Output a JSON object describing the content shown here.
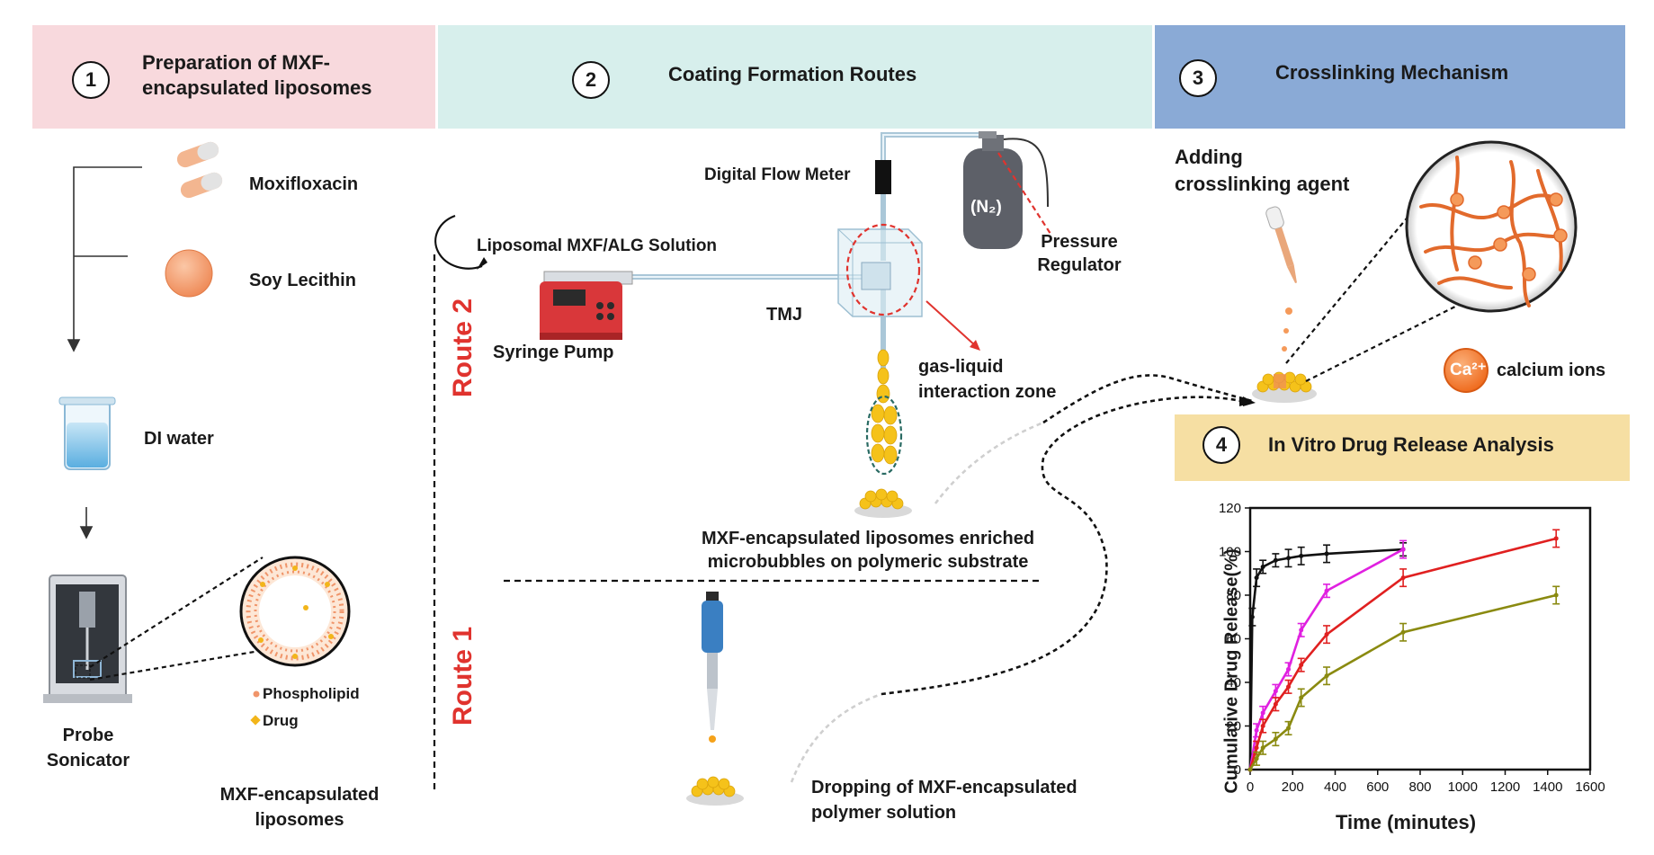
{
  "sections": {
    "s1": {
      "num": "1",
      "title": "Preparation of MXF-\nencapsulated liposomes"
    },
    "s2": {
      "num": "2",
      "title": "Coating Formation Routes"
    },
    "s3": {
      "num": "3",
      "title": "Crosslinking Mechanism"
    },
    "s4": {
      "num": "4",
      "title": "In Vitro Drug Release Analysis"
    }
  },
  "colors": {
    "s1_bg": "#f8d9dd",
    "s2_bg": "#d7efec",
    "s3_bg": "#8aaad6",
    "s4_bg": "#f6dfa3",
    "route": "#e0332e"
  },
  "prep": {
    "moxifloxacin": "Moxifloxacin",
    "soy_lecithin": "Soy Lecithin",
    "di_water": "DI water",
    "probe_sonicator": "Probe\nSonicator",
    "phospholipid": "Phospholipid",
    "drug": "Drug",
    "liposomes": "MXF-encapsulated\nliposomes"
  },
  "coating": {
    "digital_flow_meter": "Digital Flow Meter",
    "n2": "(N₂)",
    "pressure_regulator": "Pressure\nRegulator",
    "liposomal_solution": "Liposomal MXF/ALG Solution",
    "tmj": "TMJ",
    "syringe_pump": "Syringe Pump",
    "gas_liquid": "gas-liquid\ninteraction zone",
    "enriched": "MXF-encapsulated liposomes enriched\nmicrobubbles on polymeric substrate",
    "route2": "Route 2",
    "route1": "Route 1",
    "dropping": "Dropping of MXF-encapsulated\npolymer solution"
  },
  "crosslink": {
    "adding_agent": "Adding\ncrosslinking agent",
    "ca_badge": "Ca²⁺",
    "calcium_ions": "calcium ions"
  },
  "chart_data": {
    "type": "line",
    "xlabel": "Time (minutes)",
    "ylabel": "Cumulative Drug Release(%)",
    "xlim": [
      0,
      1600
    ],
    "ylim": [
      0,
      120
    ],
    "xticks": [
      0,
      200,
      400,
      600,
      800,
      1000,
      1200,
      1400,
      1600
    ],
    "yticks": [
      0,
      20,
      40,
      60,
      80,
      100,
      120
    ],
    "series": [
      {
        "color": "#111111",
        "x": [
          0,
          10,
          30,
          60,
          120,
          180,
          240,
          360,
          720
        ],
        "y": [
          0,
          70,
          88,
          93,
          96,
          97,
          98,
          99,
          101
        ],
        "err": [
          0,
          4,
          4,
          3,
          3,
          4,
          4,
          4,
          3
        ]
      },
      {
        "color": "#e020e0",
        "x": [
          0,
          30,
          60,
          120,
          180,
          240,
          360,
          720
        ],
        "y": [
          0,
          18,
          26,
          36,
          46,
          64,
          82,
          101
        ],
        "err": [
          0,
          3,
          3,
          3,
          3,
          3,
          3,
          4
        ]
      },
      {
        "color": "#e02020",
        "x": [
          0,
          30,
          60,
          120,
          180,
          240,
          360,
          720,
          1440
        ],
        "y": [
          0,
          10,
          20,
          30,
          38,
          48,
          62,
          88,
          106
        ],
        "err": [
          0,
          3,
          3,
          3,
          3,
          3,
          4,
          4,
          4
        ]
      },
      {
        "color": "#8a8a10",
        "x": [
          0,
          30,
          60,
          120,
          180,
          240,
          360,
          720,
          1440
        ],
        "y": [
          0,
          5,
          10,
          14,
          19,
          33,
          43,
          63,
          80
        ],
        "err": [
          0,
          3,
          3,
          3,
          3,
          4,
          4,
          4,
          4
        ]
      }
    ]
  }
}
